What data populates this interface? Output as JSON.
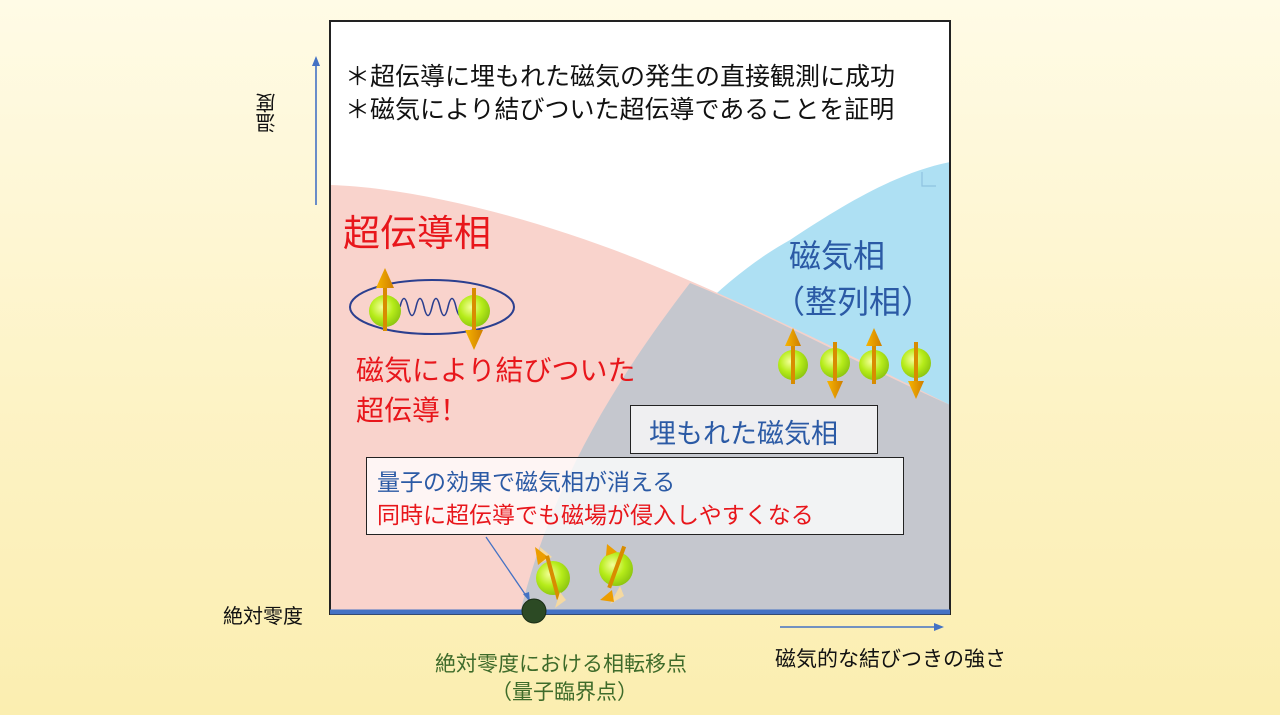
{
  "header_notes": [
    "＊超伝導に埋もれた磁気の発生の直接観測に成功",
    "＊磁気により結びついた超伝導であることを証明"
  ],
  "axes": {
    "y_label": "温度",
    "x_label": "磁気的な結びつきの強さ",
    "origin_label": "絶対零度"
  },
  "phases": {
    "superconducting": "超伝導相",
    "magnetic_line1": "磁気相",
    "magnetic_line2": "（整列相）",
    "buried_magnetic": "埋もれた磁気相"
  },
  "annotations": {
    "sc_mechanism_line1": "磁気により結びついた",
    "sc_mechanism_line2": "超伝導！",
    "quantum_box_line1": "量子の効果で磁気相が消える",
    "quantum_box_line2": "同時に超伝導でも磁場が侵入しやすくなる",
    "qcp_line1": "絶対零度における相転移点",
    "qcp_line2": "（量子臨界点）"
  },
  "colors": {
    "superconducting": "#f9cfc8",
    "magnetic": "#aee0f3",
    "buried": "#c5c7ce",
    "axis": "#4472c4",
    "text_red": "#e8161b",
    "text_blue": "#2b5aa5",
    "text_green": "#3e6b2a",
    "spin_ball": "#b6ec1a",
    "spin_arrow": "#ec9d00",
    "critical_point": "#2c4a24"
  },
  "icons": [
    "spin-up-icon",
    "spin-down-icon",
    "pair-glue-wave-icon",
    "fluctuating-spin-icon",
    "critical-point-icon"
  ]
}
